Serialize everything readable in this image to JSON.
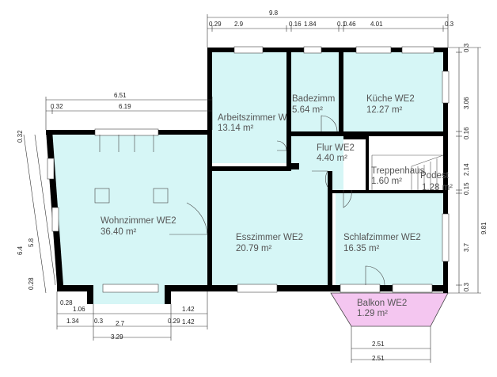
{
  "rooms": {
    "arbeitszimmer": {
      "name": "Arbeitszimmer W",
      "area": "13.14 m²"
    },
    "badezimmer": {
      "name": "Badezimm",
      "area": "5.64 m²"
    },
    "kueche": {
      "name": "Küche WE2",
      "area": "12.27 m²"
    },
    "flur": {
      "name": "Flur WE2",
      "area": "4.40 m²"
    },
    "treppenhaus": {
      "name": "Treppenhaus",
      "area": "1.60 m²"
    },
    "podest": {
      "name": "Podest",
      "area": "1.28 m²"
    },
    "wohnzimmer": {
      "name": "Wohnzimmer WE2",
      "area": "36.40 m²"
    },
    "esszimmer": {
      "name": "Esszimmer WE2",
      "area": "20.79 m²"
    },
    "schlafzimmer": {
      "name": "Schlafzimmer WE2",
      "area": "16.35 m²"
    },
    "balkon": {
      "name": "Balkon WE2",
      "area": "1.29 m²"
    }
  },
  "dimensions": {
    "top_total": "9.8",
    "top_0_29": "0.29",
    "top_2_9": "2.9",
    "top_0_16": "0.16",
    "top_1_84": "1.84",
    "top_0_1": "0.1",
    "top_0_46": "0.46",
    "top_4_01": "4.01",
    "top_0_3": "0.3",
    "left_6_51": "6.51",
    "left_0_32": "0.32",
    "left_6_19": "6.19",
    "right_0_3a": "0.3",
    "right_3_06": "3.06",
    "right_0_16": "0.16",
    "right_2_14": "2.14",
    "right_0_15": "0.15",
    "right_3_7": "3.7",
    "right_0_3b": "0.3",
    "right_9_81": "9.81",
    "side_0_32": "0.32",
    "side_6_4": "6.4",
    "side_5_8": "5.8",
    "side_0_28": "0.28",
    "bot_0_28": "0.28",
    "bot_1_06": "1.06",
    "bot_1_34": "1.34",
    "bot_0_3": "0.3",
    "bot_2_7": "2.7",
    "bot_0_29": "0.29",
    "bot_1_42a": "1.42",
    "bot_1_42b": "1.42",
    "bot_3_29": "3.29",
    "bot_2_51a": "2.51",
    "bot_2_51b": "2.51"
  },
  "colors": {
    "room_fill": "#d6f6f6",
    "balcony_fill": "#f4c6f0",
    "wall": "#000000"
  }
}
